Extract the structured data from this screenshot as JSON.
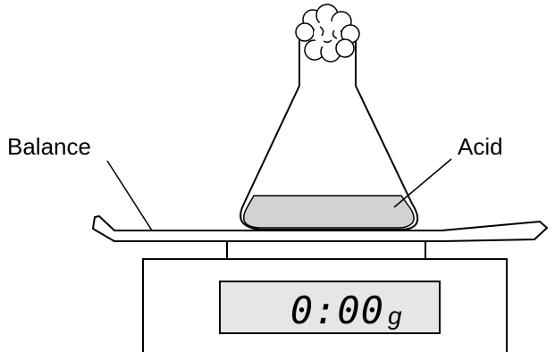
{
  "labels": {
    "balance": "Balance",
    "acid": "Acid"
  },
  "display": {
    "reading": "0:00",
    "unit": "g"
  },
  "colors": {
    "acid_fill": "#d2d2d2",
    "display_fill": "#e6e6e6",
    "stroke": "#000000"
  }
}
